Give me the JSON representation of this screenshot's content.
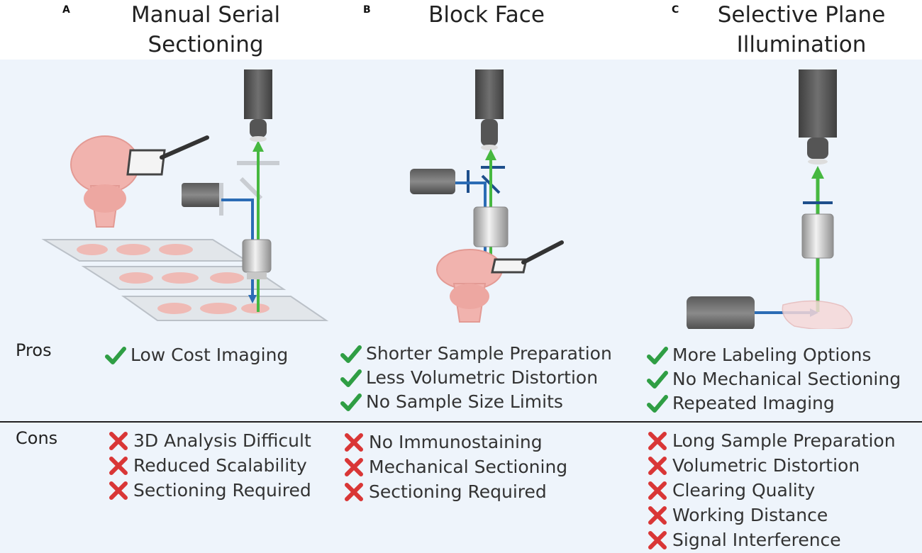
{
  "panels": [
    {
      "letter": "A",
      "title_lines": [
        "Manual Serial",
        "Sectioning"
      ],
      "pros": [
        "Low Cost Imaging"
      ],
      "cons": [
        "3D Analysis Difficult",
        "Reduced Scalability",
        "Sectioning Required"
      ]
    },
    {
      "letter": "B",
      "title_lines": [
        "Block Face"
      ],
      "pros": [
        "Shorter Sample Preparation",
        "Less Volumetric Distortion",
        "No Sample Size Limits"
      ],
      "cons": [
        "No Immunostaining",
        "Mechanical Sectioning",
        "Sectioning Required"
      ]
    },
    {
      "letter": "C",
      "title_lines": [
        "Selective Plane",
        "Illumination"
      ],
      "pros": [
        "More Labeling Options",
        "No Mechanical Sectioning",
        "Repeated Imaging"
      ],
      "cons": [
        "Long Sample Preparation",
        "Volumetric Distortion",
        "Clearing Quality",
        "Working Distance",
        "Signal Interference"
      ]
    }
  ],
  "row_labels": {
    "pros": "Pros",
    "cons": "Cons"
  },
  "icons": {
    "pro": "check-icon",
    "con": "cross-icon"
  },
  "colors": {
    "background": "#eef4fb",
    "check": "#2f9e44",
    "cross": "#d93636",
    "emission": "#46b840",
    "excitation": "#2b6cb5",
    "tissue": "#f1b3ae",
    "camera": "#555555"
  }
}
